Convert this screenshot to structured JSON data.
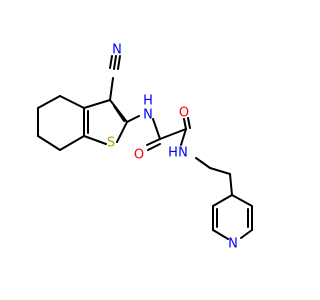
{
  "molecule": {
    "atoms": {
      "nitrile_c": {
        "label": "C",
        "color": "#000000"
      },
      "nitrile_n": {
        "label": "N",
        "color": "#0000ff"
      },
      "thiophene_s": {
        "label": "S",
        "color": "#b8a400"
      },
      "amide_nh_1": {
        "label": "H",
        "color": "#0000ff"
      },
      "amide_n_1": {
        "label": "N",
        "color": "#0000ff"
      },
      "carbonyl_o_1": {
        "label": "O",
        "color": "#ff0000"
      },
      "carbonyl_o_2": {
        "label": "O",
        "color": "#ff0000"
      },
      "amide_n_2": {
        "label": "N",
        "color": "#0000ff"
      },
      "amide_nh_2": {
        "label": "H",
        "color": "#0000ff"
      },
      "pyridine_n": {
        "label": "N",
        "color": "#0000ff"
      }
    }
  }
}
